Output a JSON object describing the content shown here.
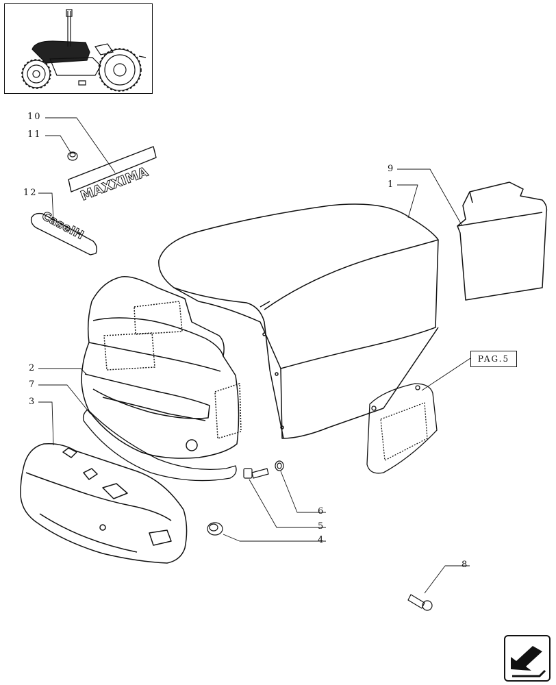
{
  "callouts": [
    {
      "id": "callout-10",
      "text": "10"
    },
    {
      "id": "callout-11",
      "text": "11"
    },
    {
      "id": "callout-12",
      "text": "12"
    },
    {
      "id": "callout-9",
      "text": "9"
    },
    {
      "id": "callout-1",
      "text": "1"
    },
    {
      "id": "callout-2",
      "text": "2"
    },
    {
      "id": "callout-7",
      "text": "7"
    },
    {
      "id": "callout-3",
      "text": "3"
    },
    {
      "id": "callout-6",
      "text": "6"
    },
    {
      "id": "callout-5",
      "text": "5"
    },
    {
      "id": "callout-4",
      "text": "4"
    },
    {
      "id": "callout-8",
      "text": "8"
    }
  ],
  "page_ref": "PAG.5",
  "emblems": {
    "maxxima": "MAXXIMA",
    "caseih": "CaseIH"
  },
  "icons": {
    "thumbnail": "tractor-thumbnail-icon",
    "nav": "next-page-arrow-icon"
  }
}
